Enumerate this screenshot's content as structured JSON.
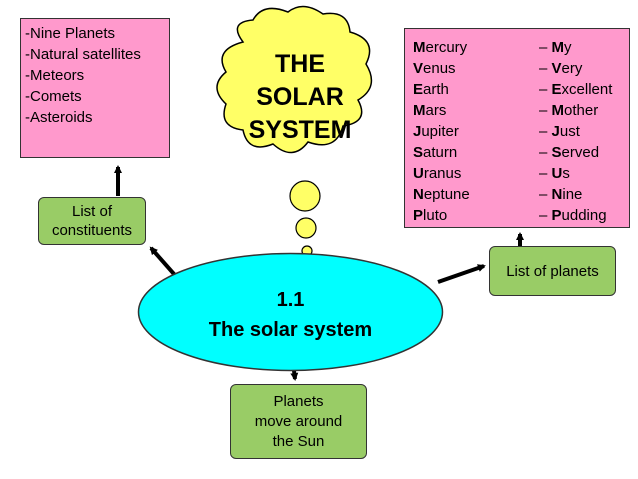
{
  "title": {
    "lines": [
      "THE",
      "SOLAR",
      "SYSTEM"
    ]
  },
  "center": {
    "line1": "1.1",
    "line2": "The solar system"
  },
  "constituents": {
    "label_line1": "List of",
    "label_line2": "constituents",
    "items": [
      "-Nine Planets",
      "-Natural satellites",
      "-Meteors",
      "-Comets",
      "-Asteroids"
    ]
  },
  "planets": {
    "label": "List of planets",
    "rows": [
      {
        "cap": "M",
        "rest": "ercury",
        "mcap": "M",
        "mrest": "y"
      },
      {
        "cap": "V",
        "rest": "enus",
        "mcap": "V",
        "mrest": "ery"
      },
      {
        "cap": "E",
        "rest": "arth",
        "mcap": "E",
        "mrest": "xcellent"
      },
      {
        "cap": "M",
        "rest": "ars",
        "mcap": "M",
        "mrest": "other"
      },
      {
        "cap": "J",
        "rest": "upiter",
        "mcap": "J",
        "mrest": "ust"
      },
      {
        "cap": "S",
        "rest": "aturn",
        "mcap": "S",
        "mrest": "erved"
      },
      {
        "cap": "U",
        "rest": "ranus",
        "mcap": "U",
        "mrest": "s"
      },
      {
        "cap": "N",
        "rest": "eptune",
        "mcap": "N",
        "mrest": "ine"
      },
      {
        "cap": "P",
        "rest": "luto",
        "mcap": "P",
        "mrest": "udding"
      }
    ],
    "dash": "– "
  },
  "movement": {
    "lines": [
      "Planets",
      "move around",
      "the Sun"
    ]
  },
  "colors": {
    "pink": "#ff99cc",
    "green": "#99cc66",
    "cyan": "#00ffff",
    "yellow": "#ffff66"
  }
}
